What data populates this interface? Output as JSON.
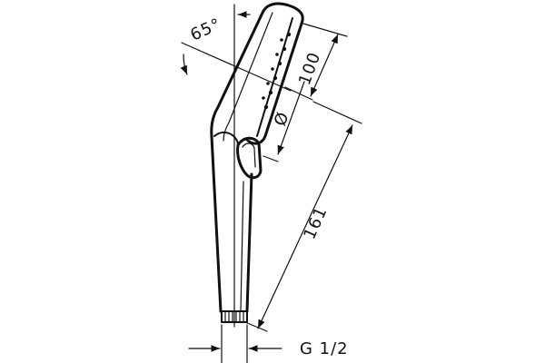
{
  "dimensions": {
    "angle": "65°",
    "head_length": "100",
    "spray_diameter_symbol": "Ø",
    "total_length": "161",
    "thread": "G 1/2"
  },
  "colors": {
    "line": "#111111",
    "background": "#ffffff"
  }
}
